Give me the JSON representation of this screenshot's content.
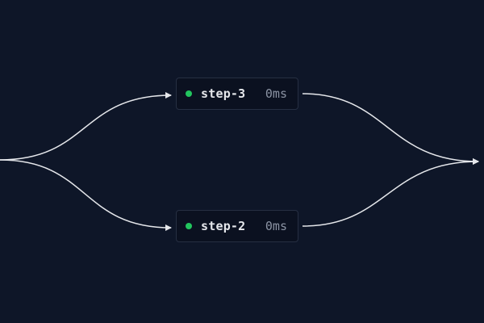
{
  "graph": {
    "background": "#0e1628",
    "edge_color": "#e5e7eb",
    "status_color": "#22c55e",
    "nodes": [
      {
        "id": "step-3",
        "label": "step-3",
        "duration": "0ms",
        "status": "success"
      },
      {
        "id": "step-2",
        "label": "step-2",
        "duration": "0ms",
        "status": "success"
      }
    ],
    "edges": [
      {
        "from": "source",
        "to": "step-3"
      },
      {
        "from": "source",
        "to": "step-2"
      },
      {
        "from": "step-3",
        "to": "sink"
      },
      {
        "from": "step-2",
        "to": "sink"
      }
    ]
  }
}
